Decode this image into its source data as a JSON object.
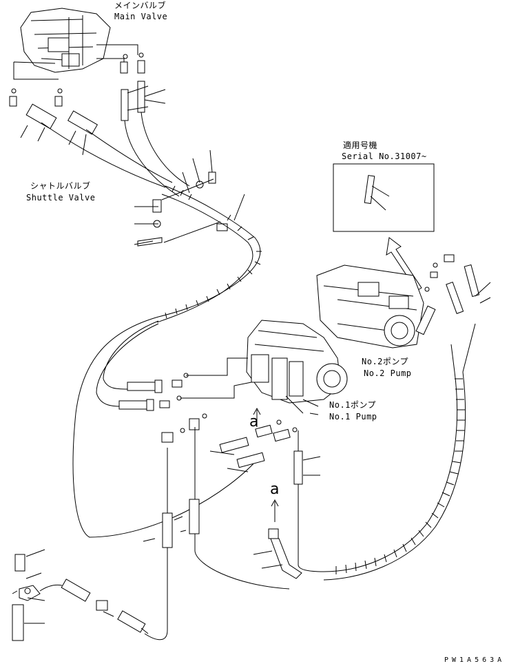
{
  "labels": {
    "main_valve_jp": "メインバルブ",
    "main_valve_en": "Main Valve",
    "shuttle_valve_jp": "シャトルバルブ",
    "shuttle_valve_en": "Shuttle Valve",
    "serial_jp": "適用号機",
    "serial_en": "Serial No.31007~",
    "pump2_jp": "No.2ポンプ",
    "pump2_en": "No.2 Pump",
    "pump1_jp": "No.1ポンプ",
    "pump1_en": "No.1 Pump",
    "view_a_upper": "a",
    "view_a_lower": "a",
    "drawing_code": "PW1A563A"
  }
}
